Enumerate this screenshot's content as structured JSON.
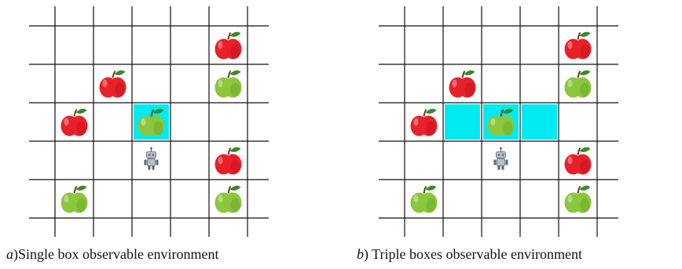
{
  "figure": {
    "panels": [
      {
        "id": "a",
        "caption_letter": "a",
        "caption_text": ")Single box observable environment",
        "grid": {
          "rows": 5,
          "cols": 5
        },
        "robot": {
          "row": 3,
          "col": 2
        },
        "observed_cells": [
          {
            "row": 2,
            "col": 2
          }
        ],
        "apples": [
          {
            "row": 0,
            "col": 4,
            "color": "red"
          },
          {
            "row": 1,
            "col": 1,
            "color": "red"
          },
          {
            "row": 1,
            "col": 4,
            "color": "green"
          },
          {
            "row": 2,
            "col": 0,
            "color": "red"
          },
          {
            "row": 2,
            "col": 2,
            "color": "green"
          },
          {
            "row": 3,
            "col": 4,
            "color": "red"
          },
          {
            "row": 4,
            "col": 0,
            "color": "green"
          },
          {
            "row": 4,
            "col": 4,
            "color": "green"
          }
        ]
      },
      {
        "id": "b",
        "caption_letter": "b",
        "caption_text": ") Triple boxes observable environment",
        "grid": {
          "rows": 5,
          "cols": 5
        },
        "robot": {
          "row": 3,
          "col": 2
        },
        "observed_cells": [
          {
            "row": 2,
            "col": 1
          },
          {
            "row": 2,
            "col": 2
          },
          {
            "row": 2,
            "col": 3
          }
        ],
        "apples": [
          {
            "row": 0,
            "col": 4,
            "color": "red"
          },
          {
            "row": 1,
            "col": 1,
            "color": "red"
          },
          {
            "row": 1,
            "col": 4,
            "color": "green"
          },
          {
            "row": 2,
            "col": 0,
            "color": "red"
          },
          {
            "row": 2,
            "col": 2,
            "color": "green"
          },
          {
            "row": 3,
            "col": 4,
            "color": "red"
          },
          {
            "row": 4,
            "col": 0,
            "color": "green"
          },
          {
            "row": 4,
            "col": 4,
            "color": "green"
          }
        ]
      }
    ],
    "colors": {
      "grid_line": "#111111",
      "observed_box": "#00eaf2",
      "apple_red": "#e8202a",
      "apple_red_dark": "#b3121b",
      "apple_green": "#8cc63e",
      "apple_green_dark": "#5e9a22",
      "leaf": "#3a8a2a",
      "stem": "#6b3d1e",
      "robot_body": "#b8bec6",
      "robot_dark": "#5c6470"
    }
  }
}
